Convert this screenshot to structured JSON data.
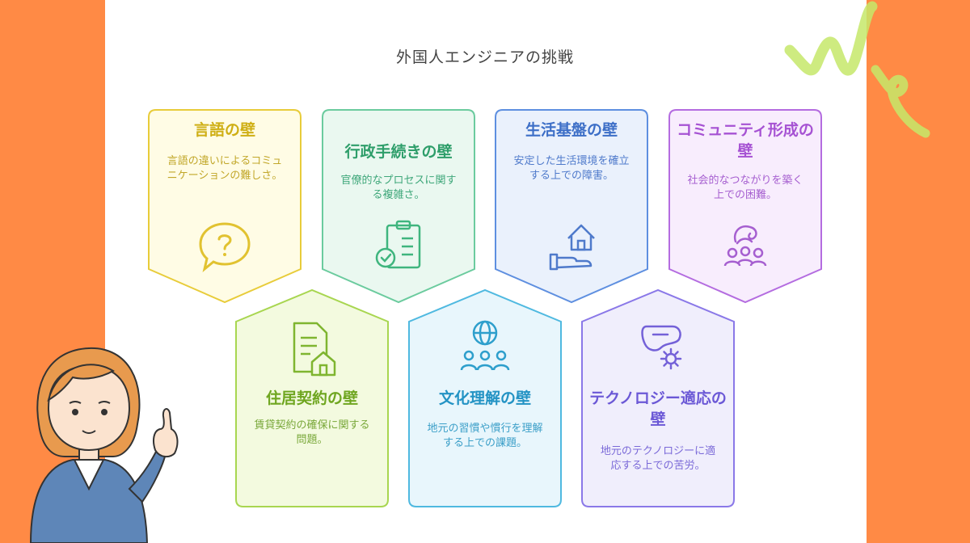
{
  "title": "外国人エンジニアの挑戦",
  "colors": {
    "background_side": "#FF8A45",
    "yellow": "#E8CC3A",
    "green": "#6BCB9E",
    "blue": "#5E8FE0",
    "purple": "#B46CE0",
    "lime": "#A8D650",
    "cyan": "#4FB9E0",
    "violet": "#8A78E8"
  },
  "cards": [
    {
      "title": "言語の壁",
      "description": "言語の違いによるコミュニケーションの難しさ。",
      "icon": "speech-bubble-question-icon"
    },
    {
      "title": "行政手続きの壁",
      "description": "官僚的なプロセスに関する複雑さ。",
      "icon": "clipboard-check-icon"
    },
    {
      "title": "生活基盤の壁",
      "description": "安定した生活環境を確立する上での障害。",
      "icon": "house-hand-icon"
    },
    {
      "title": "コミュニティ形成の壁",
      "description": "社会的なつながりを築く上での困難。",
      "icon": "community-people-icon"
    },
    {
      "title": "住居契約の壁",
      "description": "賃貸契約の確保に関する問題。",
      "icon": "document-house-icon"
    },
    {
      "title": "文化理解の壁",
      "description": "地元の習慣や慣行を理解する上での課題。",
      "icon": "globe-people-icon"
    },
    {
      "title": "テクノロジー適応の壁",
      "description": "地元のテクノロジーに適応する上での苦労。",
      "icon": "headset-gear-icon"
    }
  ]
}
